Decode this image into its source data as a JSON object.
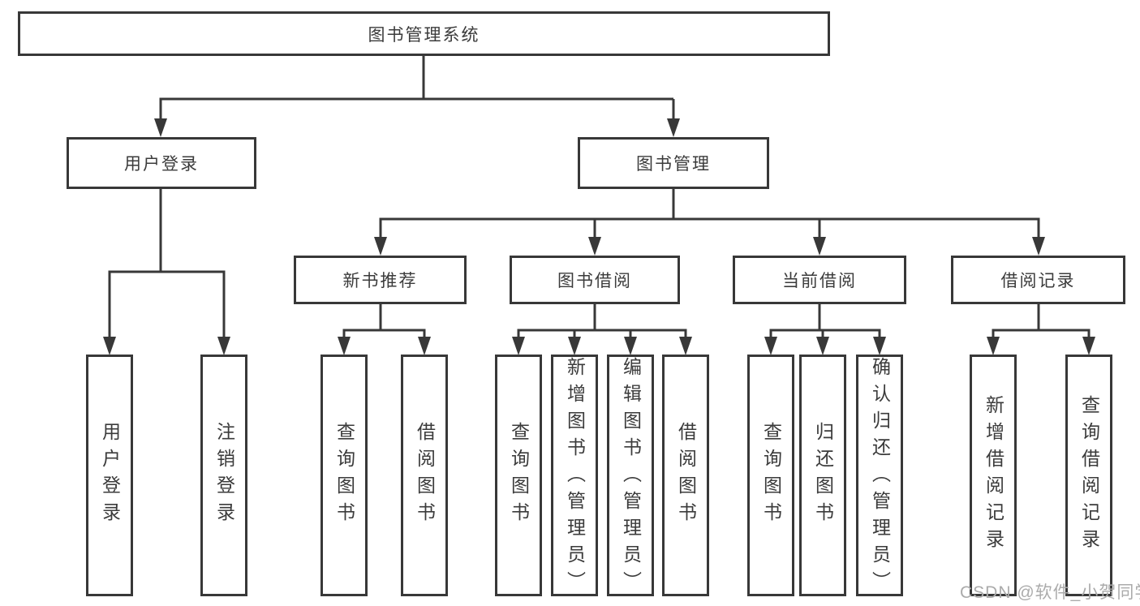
{
  "tree": {
    "root": {
      "label": "图书管理系统",
      "children": [
        {
          "label": "用户登录",
          "children": [
            {
              "label": "用户登录"
            },
            {
              "label": "注销登录"
            }
          ]
        },
        {
          "label": "图书管理",
          "children": [
            {
              "label": "新书推荐",
              "children": [
                {
                  "label": "查询图书"
                },
                {
                  "label": "借阅图书"
                }
              ]
            },
            {
              "label": "图书借阅",
              "children": [
                {
                  "label": "查询图书"
                },
                {
                  "label": "新增图书（管理员）"
                },
                {
                  "label": "编辑图书（管理员）"
                },
                {
                  "label": "借阅图书"
                }
              ]
            },
            {
              "label": "当前借阅",
              "children": [
                {
                  "label": "查询图书"
                },
                {
                  "label": "归还图书"
                },
                {
                  "label": "确认归还（管理员）"
                }
              ]
            },
            {
              "label": "借阅记录",
              "children": [
                {
                  "label": "新增借阅记录"
                },
                {
                  "label": "查询借阅记录"
                }
              ]
            }
          ]
        }
      ]
    }
  },
  "watermark": {
    "text": "CSDN @软件_小贺同学"
  },
  "colors": {
    "line": "#383838",
    "node_border": "#383838",
    "text": "#3b3b3b",
    "watermark": "#ababab",
    "background": "#ffffff"
  }
}
